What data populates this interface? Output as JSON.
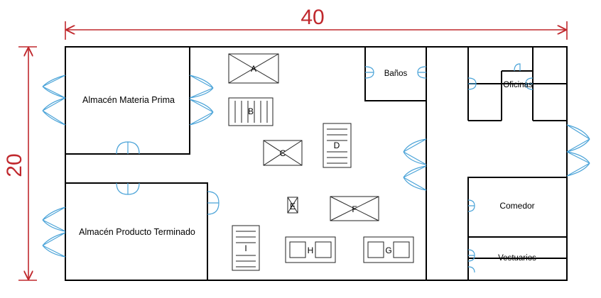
{
  "dimensions": {
    "width_label": "40",
    "height_label": "20"
  },
  "colors": {
    "dimension": "#c0282d",
    "door": "#4aa3d8",
    "wall": "#000000",
    "equipment": "#222222"
  },
  "rooms": {
    "raw_material": "Almacén Materia Prima",
    "finished_product": "Almacén Producto Terminado",
    "bathrooms": "Baños",
    "offices": "Oficinas",
    "dining": "Comedor",
    "locker_rooms": "Vestuarios"
  },
  "machines": {
    "a": "A",
    "b": "B",
    "c": "C",
    "d": "D",
    "e": "E",
    "f": "F",
    "g": "G",
    "h": "H",
    "i": "I"
  }
}
